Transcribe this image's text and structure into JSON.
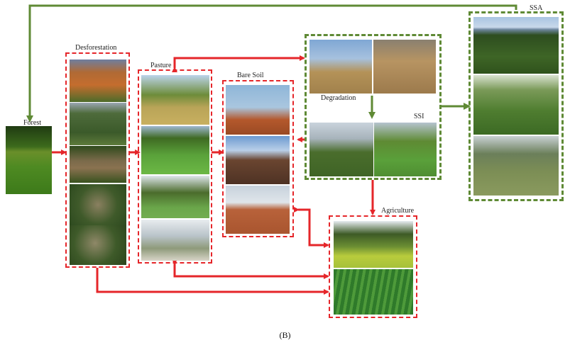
{
  "labels": {
    "forest": "Forest",
    "desforestation": "Desforestation",
    "pasture": "Pasture",
    "bare_soil": "Bare Soil",
    "degradation": "Degradation",
    "ssi": "SSI",
    "ssa": "SSA",
    "agriculture": "Agriculture"
  },
  "caption": "(B)",
  "colors": {
    "red_flow": "#e5262a",
    "green_flow": "#5f8a35"
  }
}
